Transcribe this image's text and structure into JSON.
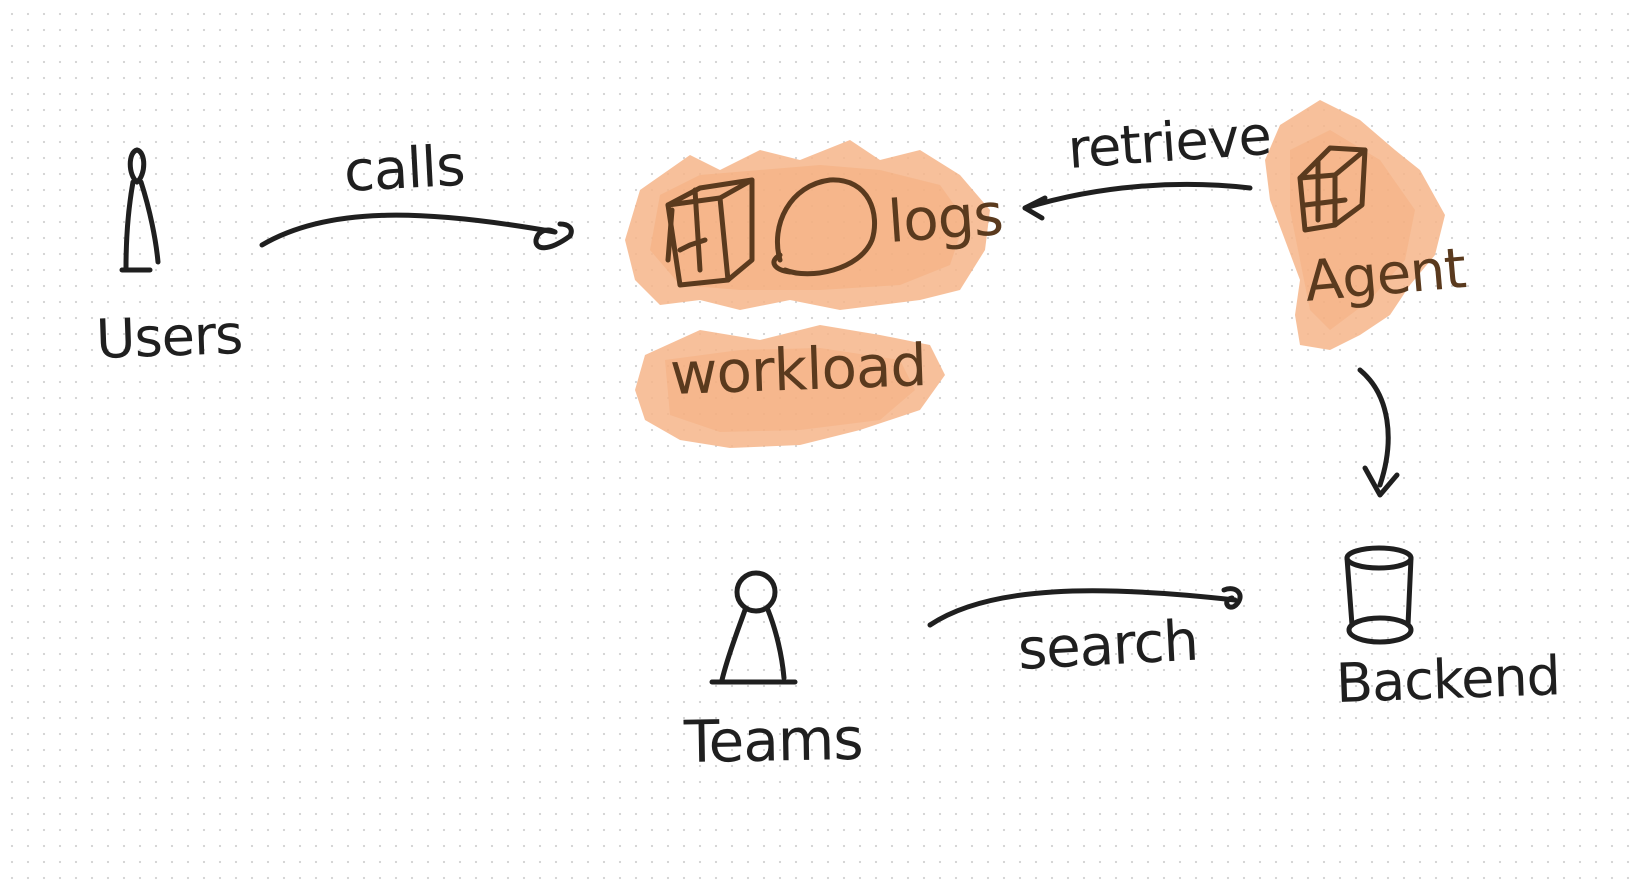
{
  "colors": {
    "ink": "#1f1f1f",
    "highlight": "#f6b589",
    "highlight_ink": "#5a3a1e",
    "grid_dot": "#d6d6d6",
    "background": "#ffffff"
  },
  "nodes": {
    "users": {
      "label": "Users",
      "icon": "person-icon"
    },
    "workload": {
      "logs_label": "logs",
      "label": "workload",
      "icon": "cube-icon",
      "loop_icon": "loop-arrow-icon"
    },
    "agent": {
      "label": "Agent",
      "icon": "cube-icon"
    },
    "teams": {
      "label": "Teams",
      "icon": "person-icon"
    },
    "backend": {
      "label": "Backend",
      "icon": "database-cylinder-icon"
    }
  },
  "edges": {
    "calls": {
      "label": "calls",
      "from": "Users",
      "to": "workload"
    },
    "retrieve": {
      "label": "retrieve",
      "from": "Agent",
      "to": "workload"
    },
    "agent_backend": {
      "from": "Agent",
      "to": "Backend"
    },
    "search": {
      "label": "search",
      "from": "Teams",
      "to": "Backend"
    }
  }
}
